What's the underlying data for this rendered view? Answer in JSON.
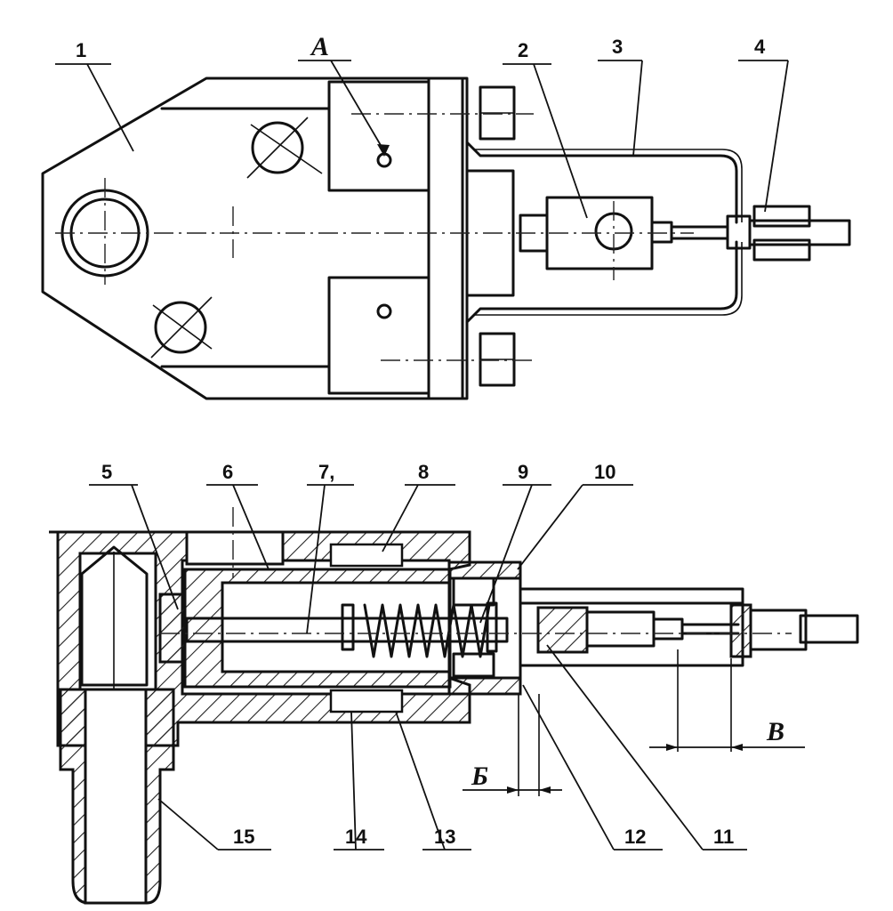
{
  "figure": {
    "top_view": {
      "callouts": [
        "1",
        "2",
        "3",
        "4"
      ],
      "view_marker": "A"
    },
    "section_view": {
      "callouts": [
        "5",
        "6",
        "7,",
        "8",
        "9",
        "10",
        "11",
        "12",
        "13",
        "14",
        "15"
      ],
      "dimension_markers": [
        "Б",
        "В"
      ]
    }
  }
}
